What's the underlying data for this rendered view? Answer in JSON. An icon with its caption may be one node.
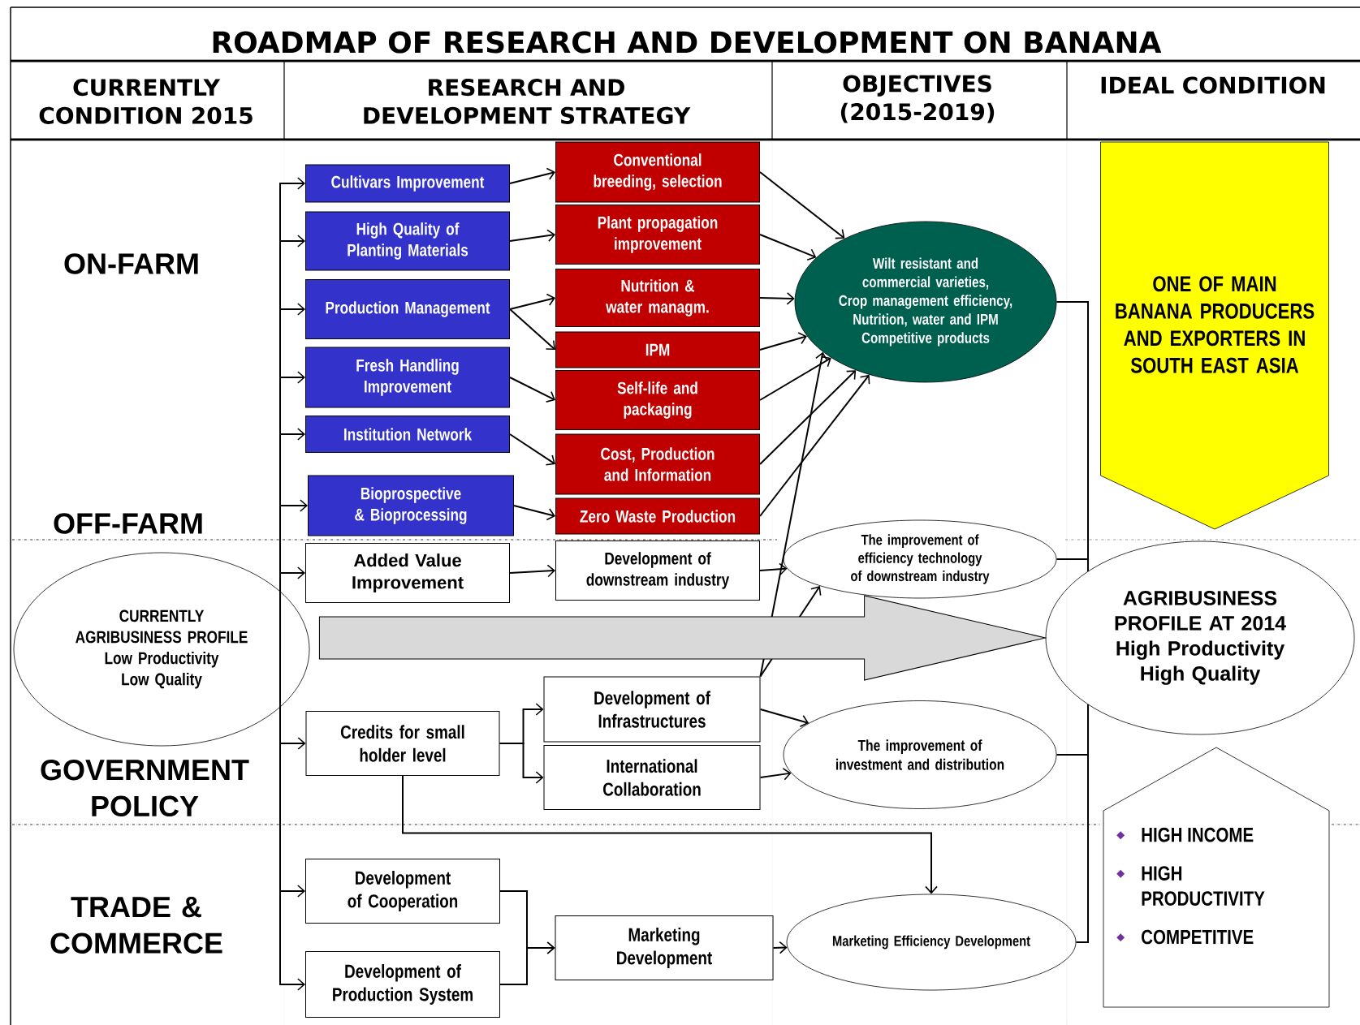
{
  "diagram": {
    "title": "ROADMAP OF RESEARCH AND DEVELOPMENT ON BANANA",
    "nodes": [
      {
        "text": [
          "CURRENTLY AGRIBUSINESS PROFILE",
          "Low Productivity",
          "Low Quality"
        ]
      },
      {
        "text": [
          "Cultivars Improvement"
        ]
      },
      {
        "text": [
          "High Quality of Planting Materials"
        ]
      },
      {
        "text": [
          "Production Management"
        ]
      },
      {
        "text": [
          "Fresh Handling Improvement"
        ]
      },
      {
        "text": [
          "Institution Network"
        ]
      },
      {
        "text": [
          "Bioprospective & Bioprocessing"
        ]
      },
      {
        "text": [
          "Added Value Improvement"
        ]
      },
      {
        "text": [
          "Credits for small holder level"
        ]
      },
      {
        "text": [
          "Development of Cooperation"
        ]
      },
      {
        "text": [
          "Development of Production System"
        ]
      },
      {
        "text": [
          "Conventional breeding, selection"
        ]
      },
      {
        "text": [
          "Plant propagation improvement"
        ]
      },
      {
        "text": [
          "Nutrition & water managm."
        ]
      },
      {
        "text": [
          "IPM"
        ]
      },
      {
        "text": [
          "Self-life and packaging"
        ]
      },
      {
        "text": [
          "Cost, Production and Information"
        ]
      },
      {
        "text": [
          "Zero Waste Production"
        ]
      },
      {
        "text": [
          "Development of downstream industry"
        ]
      },
      {
        "text": [
          "Development of Infrastructures"
        ]
      },
      {
        "text": [
          "International Collaboration"
        ]
      },
      {
        "text": [
          "Marketing Development"
        ]
      },
      {
        "text": [
          "Wilt resistant and commercial varieties,",
          "Crop management efficiency,",
          "Nutrition, water and IPM",
          "Competitive products"
        ]
      },
      {
        "text": [
          "The improvement of efficiency technology of downstream industry"
        ]
      },
      {
        "text": [
          "The improvement of investment and distribution"
        ]
      },
      {
        "text": [
          "Marketing Efficiency Development"
        ]
      },
      {
        "text": [
          "ONE OF MAIN BANANA PRODUCERS AND EXPORTERS IN SOUTH EAST ASIA"
        ]
      },
      {
        "text": [
          "AGRIBUSINESS PROFILE AT 2014",
          "High Productivity",
          "High Quality"
        ]
      },
      {
        "text": [
          "HIGH INCOME",
          "HIGH PRODUCTIVITY",
          "COMPETITIVE"
        ]
      }
    ],
    "edges": [
      {
        "from": 0,
        "to": 1,
        "arrow": "to"
      },
      {
        "from": 0,
        "to": 2,
        "arrow": "to"
      },
      {
        "from": 0,
        "to": 3,
        "arrow": "to"
      },
      {
        "from": 0,
        "to": 4,
        "arrow": "to"
      },
      {
        "from": 0,
        "to": 5,
        "arrow": "to"
      },
      {
        "from": 0,
        "to": 6,
        "arrow": "to"
      },
      {
        "from": 0,
        "to": 7,
        "arrow": "to"
      },
      {
        "from": 0,
        "to": 8,
        "arrow": "to"
      },
      {
        "from": 0,
        "to": 9,
        "arrow": "to"
      },
      {
        "from": 0,
        "to": 10,
        "arrow": "to"
      },
      {
        "from": 1,
        "to": 11,
        "arrow": "to"
      },
      {
        "from": 2,
        "to": 12,
        "arrow": "to"
      },
      {
        "from": 3,
        "to": 13,
        "arrow": "to"
      },
      {
        "from": 3,
        "to": 14,
        "arrow": "to"
      },
      {
        "from": 4,
        "to": 15,
        "arrow": "to"
      },
      {
        "from": 5,
        "to": 16,
        "arrow": "to"
      },
      {
        "from": 6,
        "to": 17,
        "arrow": "to"
      },
      {
        "from": 11,
        "to": 22,
        "arrow": "to"
      },
      {
        "from": 12,
        "to": 22,
        "arrow": "to"
      },
      {
        "from": 13,
        "to": 22,
        "arrow": "to"
      },
      {
        "from": 14,
        "to": 22,
        "arrow": "to"
      },
      {
        "from": 15,
        "to": 22,
        "arrow": "to"
      },
      {
        "from": 16,
        "to": 22,
        "arrow": "to"
      },
      {
        "from": 17,
        "to": 22,
        "arrow": "to"
      },
      {
        "from": 7,
        "to": 18,
        "arrow": "to"
      },
      {
        "from": 18,
        "to": 23,
        "arrow": "to"
      },
      {
        "from": 8,
        "to": 19,
        "arrow": "to"
      },
      {
        "from": 8,
        "to": 20,
        "arrow": "to"
      },
      {
        "from": 8,
        "to": 25,
        "arrow": "to"
      },
      {
        "from": 19,
        "to": 22,
        "arrow": "to"
      },
      {
        "from": 19,
        "to": 23,
        "arrow": "to"
      },
      {
        "from": 19,
        "to": 24,
        "arrow": "to"
      },
      {
        "from": 20,
        "to": 24,
        "arrow": "to"
      },
      {
        "from": 9,
        "to": 21,
        "arrow": "to"
      },
      {
        "from": 10,
        "to": 21,
        "arrow": "to"
      },
      {
        "from": 21,
        "to": 25,
        "arrow": "to"
      },
      {
        "from": 22,
        "to": 27,
        "arrow": "none"
      },
      {
        "from": 23,
        "to": 27,
        "arrow": "none"
      },
      {
        "from": 24,
        "to": 27,
        "arrow": "none"
      },
      {
        "from": 25,
        "to": 27,
        "arrow": "none"
      },
      {
        "from": 0,
        "to": 27,
        "arrow": "to",
        "style": "thick"
      }
    ],
    "labels": [
      "CURRENTLY CONDITION 2015",
      "RESEARCH AND DEVELOPMENT STRATEGY",
      "OBJECTIVES (2015-2019)",
      "IDEAL CONDITION",
      "ON-FARM",
      "OFF-FARM",
      "GOVERNMENT POLICY",
      "TRADE & COMMERCE"
    ]
  }
}
